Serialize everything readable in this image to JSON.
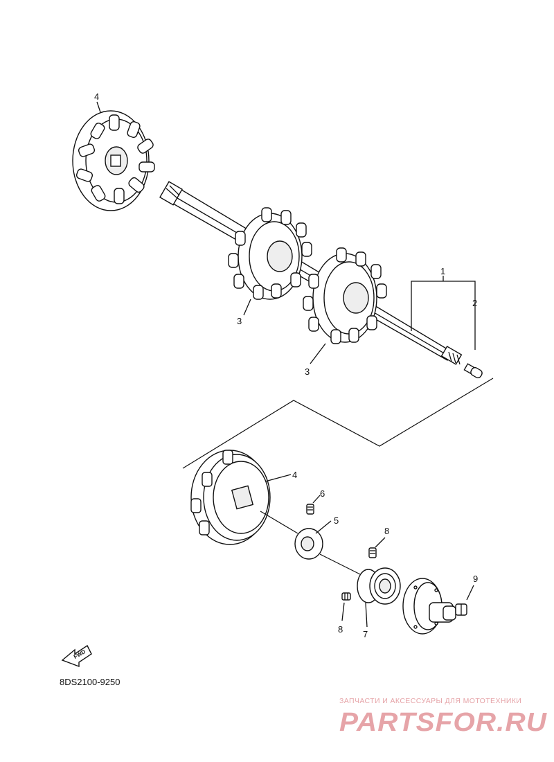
{
  "callouts": {
    "c1": "1",
    "c2": "2",
    "c3a": "3",
    "c3b": "3",
    "c4a": "4",
    "c4b": "4",
    "c5": "5",
    "c6": "6",
    "c7": "7",
    "c8a": "8",
    "c8b": "8",
    "c9": "9"
  },
  "fwd_label": "FWD",
  "diagram_code": "8DS2100-9250",
  "watermark": {
    "caption": "ЗАПЧАСТИ И АКСЕССУАРЫ ДЛЯ МОТОТЕХНИКИ",
    "logo_text": "PARTSFOR.RU",
    "color": "#e6a4a8"
  }
}
